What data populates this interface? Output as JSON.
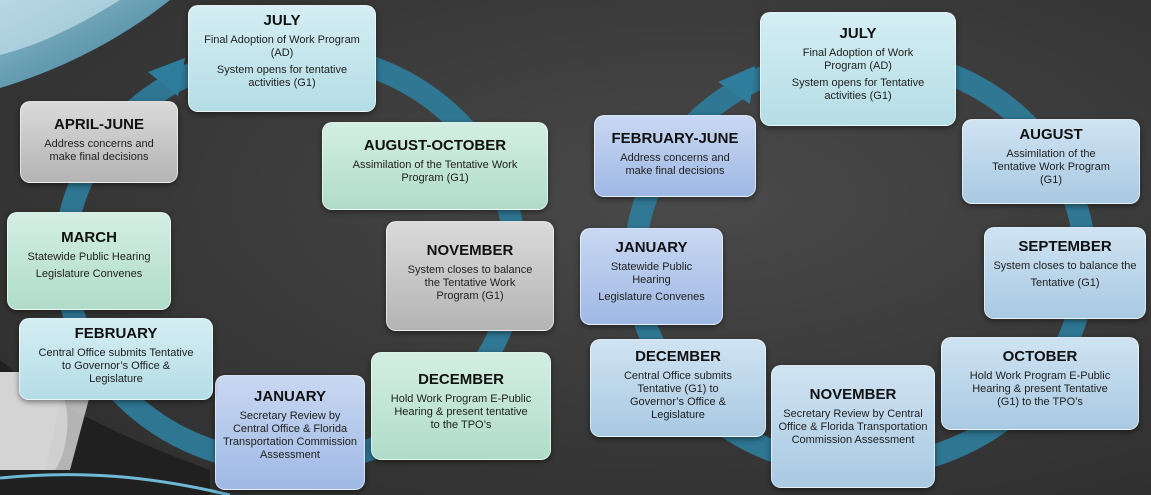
{
  "cycle_left": {
    "july": {
      "title": "JULY",
      "lines": [
        "Final Adoption of Work Program (AD)",
        "System opens for tentative activities (G1)"
      ]
    },
    "aug_oct": {
      "title": "AUGUST-OCTOBER",
      "lines": [
        "Assimilation of the Tentative Work Program (G1)"
      ]
    },
    "november": {
      "title": "NOVEMBER",
      "lines": [
        "System closes to balance the Tentative Work Program (G1)"
      ]
    },
    "december": {
      "title": "DECEMBER",
      "lines": [
        "Hold Work Program E-Public Hearing & present tentative to the TPO’s"
      ]
    },
    "january": {
      "title": "JANUARY",
      "lines": [
        "Secretary Review by Central Office & Florida Transportation Commission Assessment"
      ]
    },
    "february": {
      "title": "FEBRUARY",
      "lines": [
        "Central Office submits Tentative to Governor’s Office & Legislature"
      ]
    },
    "march": {
      "title": "MARCH",
      "lines": [
        "Statewide Public Hearing",
        "Legislature Convenes"
      ]
    },
    "april_june": {
      "title": "APRIL-JUNE",
      "lines": [
        "Address concerns and make final decisions"
      ]
    }
  },
  "cycle_right": {
    "july": {
      "title": "JULY",
      "lines": [
        "Final Adoption of Work Program (AD)",
        "System opens for Tentative activities (G1)"
      ]
    },
    "august": {
      "title": "AUGUST",
      "lines": [
        "Assimilation of the Tentative Work Program (G1)"
      ]
    },
    "september": {
      "title": "SEPTEMBER",
      "lines": [
        "System closes to balance the",
        "Tentative (G1)"
      ]
    },
    "october": {
      "title": "OCTOBER",
      "lines": [
        "Hold Work Program E-Public Hearing & present Tentative (G1) to the TPO’s"
      ]
    },
    "november": {
      "title": "NOVEMBER",
      "lines": [
        "Secretary Review by Central Office & Florida Transportation Commission Assessment"
      ]
    },
    "december": {
      "title": "DECEMBER",
      "lines": [
        "Central Office submits Tentative (G1) to Governor’s Office & Legislature"
      ]
    },
    "january": {
      "title": "JANUARY",
      "lines": [
        "Statewide Public Hearing",
        "Legislature Convenes"
      ]
    },
    "feb_june": {
      "title": "FEBRUARY-JUNE",
      "lines": [
        "Address concerns and make final decisions"
      ]
    }
  },
  "colors": {
    "ring": "#2e7d9c",
    "background": "#383838"
  }
}
